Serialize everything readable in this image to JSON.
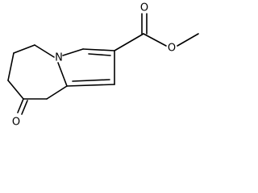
{
  "molecule": {
    "atoms": {
      "ring_nitrogen": "N",
      "ester_carbonyl_oxygen": "O",
      "ester_ether_oxygen": "O",
      "ketone_oxygen": "O"
    },
    "colors": {
      "bond": "#000000",
      "label": "#000000",
      "background": "#ffffff"
    }
  }
}
